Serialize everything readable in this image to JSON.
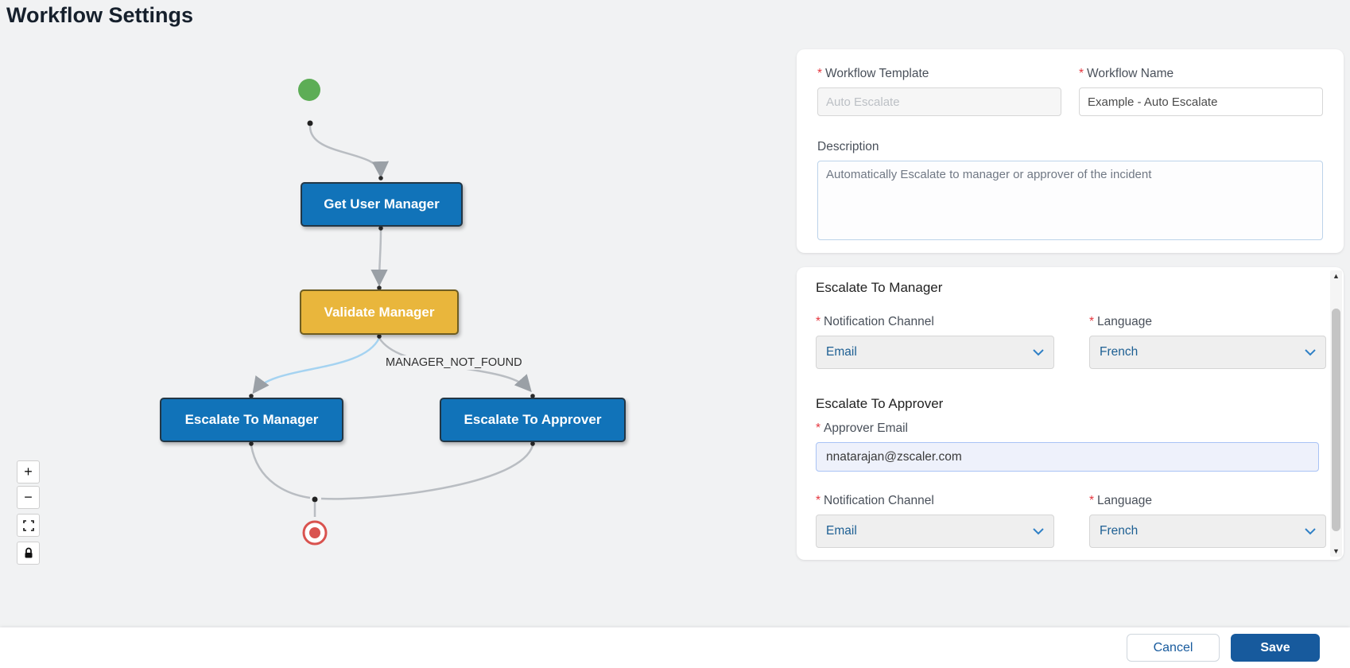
{
  "page": {
    "title": "Workflow Settings"
  },
  "diagram": {
    "nodes": {
      "get_user_manager": "Get User Manager",
      "validate_manager": "Validate Manager",
      "escalate_to_manager": "Escalate To Manager",
      "escalate_to_approver": "Escalate To Approver"
    },
    "edge_label": "MANAGER_NOT_FOUND",
    "controls": {
      "zoom_in": "+",
      "zoom_out": "−"
    }
  },
  "workflow_form": {
    "template": {
      "label": "Workflow Template",
      "required_mark": "*",
      "placeholder": "Auto Escalate"
    },
    "name": {
      "label": "Workflow Name",
      "required_mark": "*",
      "value": "Example - Auto Escalate"
    },
    "description": {
      "label": "Description",
      "value": "Automatically Escalate to manager or approver of the incident"
    }
  },
  "escalation_form": {
    "manager": {
      "title": "Escalate To Manager",
      "notification_channel": {
        "label": "Notification Channel",
        "required_mark": "*",
        "value": "Email"
      },
      "language": {
        "label": "Language",
        "required_mark": "*",
        "value": "French"
      }
    },
    "approver": {
      "title": "Escalate To Approver",
      "email": {
        "label": "Approver Email",
        "required_mark": "*",
        "value": "nnatarajan@zscaler.com"
      },
      "notification_channel": {
        "label": "Notification Channel",
        "required_mark": "*",
        "value": "Email"
      },
      "language": {
        "label": "Language",
        "required_mark": "*",
        "value": "French"
      }
    }
  },
  "scrollbar": {
    "up": "▲",
    "down": "▼"
  },
  "footer": {
    "cancel": "Cancel",
    "save": "Save"
  },
  "colors": {
    "node_blue": "#1173b9",
    "node_yellow": "#e9b63c",
    "start_green": "#5dad56",
    "end_red": "#d9534f",
    "primary_blue": "#175a9d",
    "edge_gray": "#b9bdc2",
    "edge_highlight": "#a5d3f1"
  }
}
